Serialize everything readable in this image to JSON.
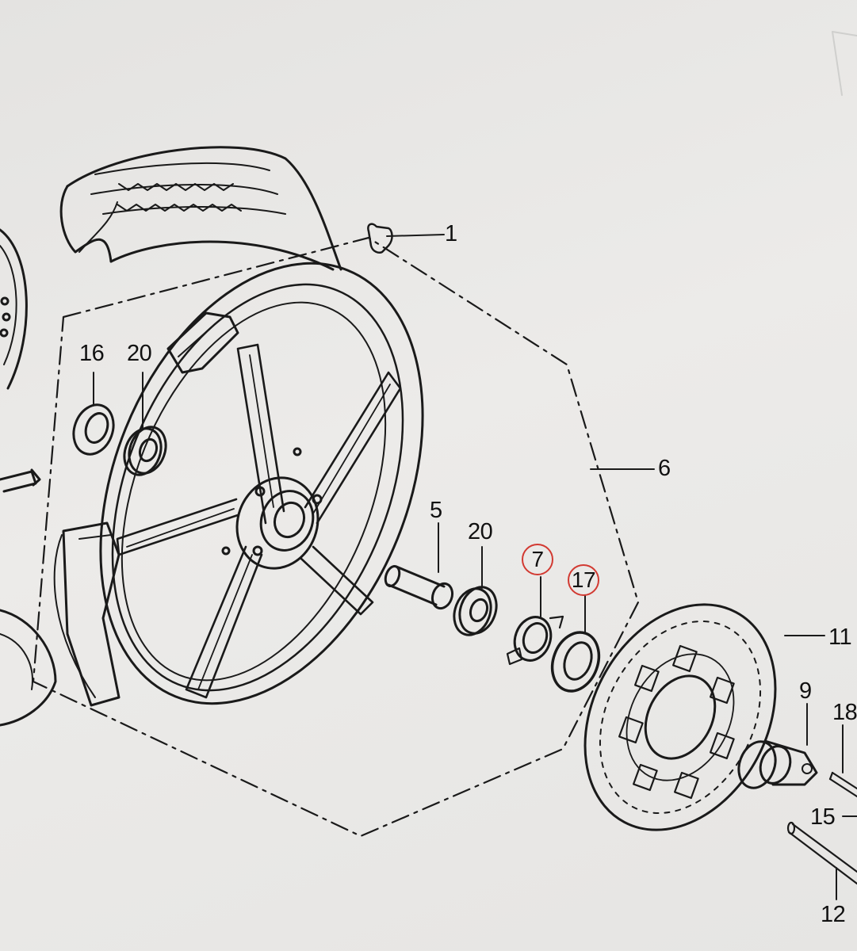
{
  "callouts": [
    {
      "id": "1",
      "label": "1"
    },
    {
      "id": "16",
      "label": "16"
    },
    {
      "id": "20a",
      "label": "20"
    },
    {
      "id": "6",
      "label": "6"
    },
    {
      "id": "5",
      "label": "5"
    },
    {
      "id": "20b",
      "label": "20"
    },
    {
      "id": "7",
      "label": "7"
    },
    {
      "id": "17",
      "label": "17"
    },
    {
      "id": "11",
      "label": "11"
    },
    {
      "id": "9",
      "label": "9"
    },
    {
      "id": "18",
      "label": "18"
    },
    {
      "id": "15",
      "label": "15"
    },
    {
      "id": "12",
      "label": "12"
    }
  ],
  "colors": {
    "ink": "#1a1a1a",
    "paper": "#e9e8e6",
    "highlight": "#d23a32"
  }
}
